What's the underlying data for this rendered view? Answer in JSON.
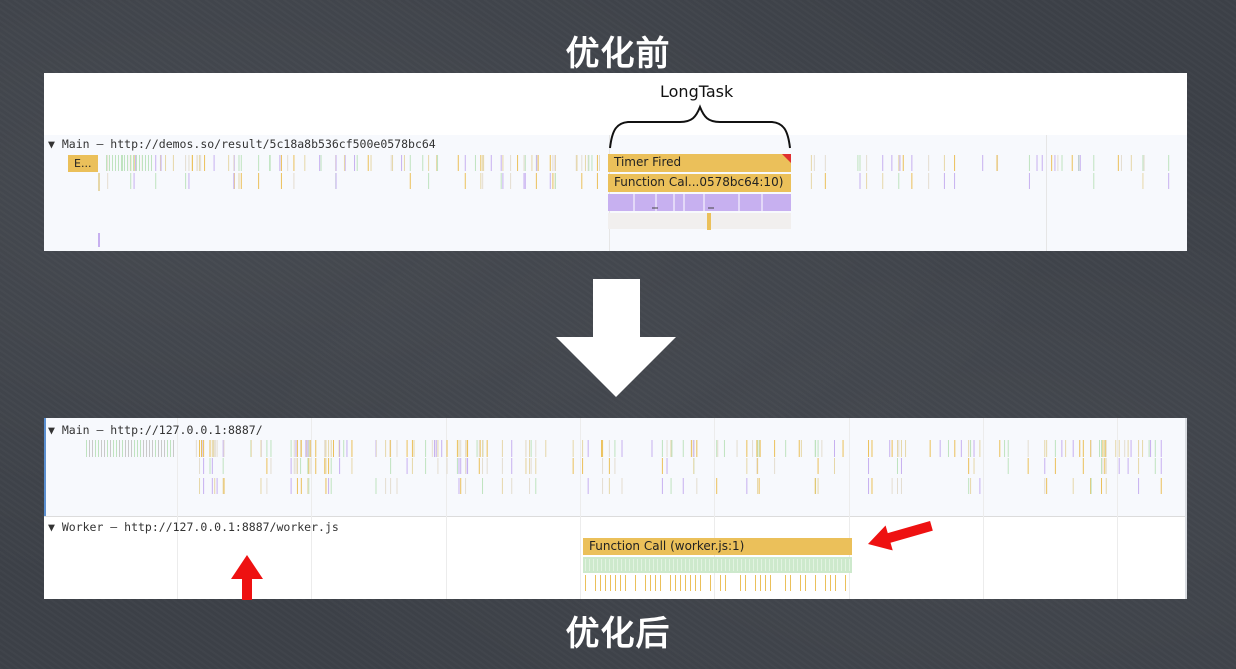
{
  "slide": {
    "title_before": "优化前",
    "title_after": "优化后"
  },
  "before_panel": {
    "main_track_label": "▼ Main — http://demos.so/result/5c18a8b536cf500e0578bc64",
    "event_block_label": "E...",
    "brace_label": "LongTask",
    "timer_fired_label": "Timer Fired",
    "function_call_label": "Function Cal...0578bc64:10)",
    "colors": {
      "task": "#ebc05a",
      "script": "#c7b0f0",
      "warning": "#e03030"
    }
  },
  "arrow": {
    "icon": "down-arrow-icon",
    "color": "#ffffff"
  },
  "after_panel": {
    "main_track_label": "▼ Main — http://127.0.0.1:8887/",
    "worker_track_label": "▼ Worker — http://127.0.0.1:8887/worker.js",
    "worker_function_call_label": "Function Call (worker.js:1)",
    "pointer_icons": [
      "red-arrow-left-icon",
      "red-arrow-up-icon"
    ],
    "pointer_color": "#ee1111"
  }
}
